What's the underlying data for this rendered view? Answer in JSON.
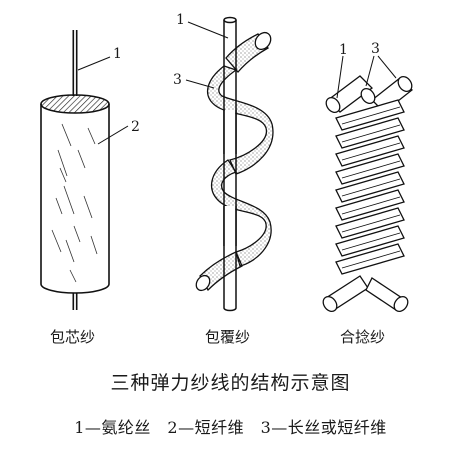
{
  "diagram": {
    "title": "三种弹力纱线的结构示意图",
    "legend": "1—氨纶丝　2—短纤维　3—长丝或短纤维",
    "panels": [
      {
        "caption": "包芯纱",
        "callouts": [
          "1",
          "2"
        ]
      },
      {
        "caption": "包覆纱",
        "callouts": [
          "1",
          "3"
        ]
      },
      {
        "caption": "合捻纱",
        "callouts": [
          "1",
          "3"
        ]
      }
    ]
  }
}
